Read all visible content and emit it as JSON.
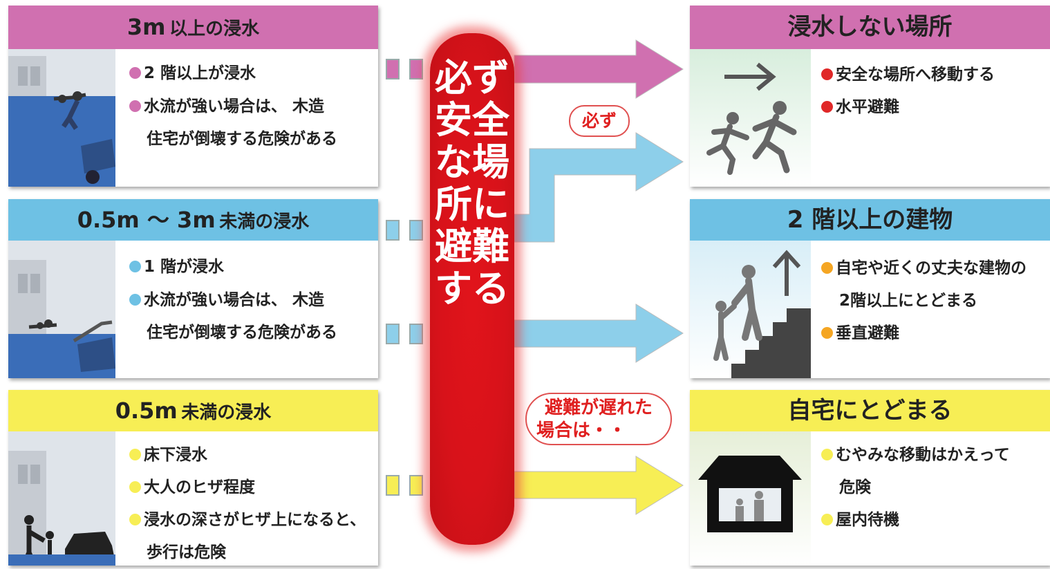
{
  "left": [
    {
      "header_value": "3m",
      "header_label": "以上の浸水",
      "color": "#d070b0",
      "items": [
        "2 階以上が浸水",
        "水流が強い場合は、 木造"
      ],
      "continuation": "住宅が倒壊する危険がある"
    },
    {
      "header_value": "0.5m 〜 3m",
      "header_label": "未満の浸水",
      "color": "#6ec1e4",
      "items": [
        "1 階が浸水",
        "水流が強い場合は、 木造"
      ],
      "continuation": "住宅が倒壊する危険がある"
    },
    {
      "header_value": "0.5m",
      "header_label": "未満の浸水",
      "color": "#f7ee55",
      "items": [
        "床下浸水",
        "大人のヒザ程度",
        "浸水の深さがヒザ上になると、"
      ],
      "continuation": "歩行は危険"
    }
  ],
  "center": {
    "text": "必ず安全な場所に避難する",
    "tag_must": "必ず",
    "tag_late": [
      "避難が遅れた",
      "場合は・・"
    ]
  },
  "right": [
    {
      "header": "浸水しない場所",
      "color": "#d070b0",
      "dot": "#e02828",
      "items": [
        "安全な場所へ移動する",
        "水平避難"
      ],
      "icon": "running-people-icon"
    },
    {
      "header": "2 階以上の建物",
      "color": "#6ec1e4",
      "dot": "#f5a623",
      "items": [
        "自宅や近くの丈夫な建物の",
        "垂直避難"
      ],
      "continuation": "2階以上にとどまる",
      "icon": "stairs-climbing-icon"
    },
    {
      "header": "自宅にとどまる",
      "color": "#f7ee55",
      "dot": "#f7ee55",
      "items": [
        "むやみな移動はかえって",
        "屋内待機"
      ],
      "continuation": "危険",
      "icon": "house-shelter-icon"
    }
  ]
}
